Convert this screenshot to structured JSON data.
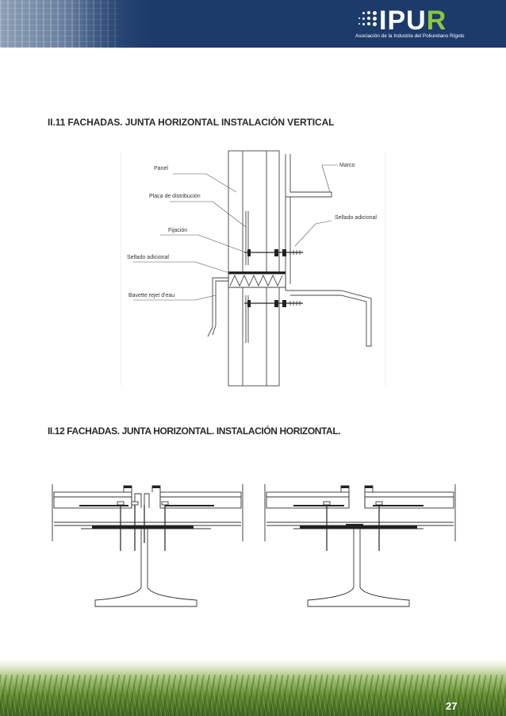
{
  "header": {
    "logo_text": "IPUR",
    "logo_subtitle": "Asociación de la Industria del Poliuretano Rígido",
    "colors": {
      "banner": "#1c3b6b",
      "accent": "#8cc63f"
    }
  },
  "sections": [
    {
      "title": "II.11 FACHADAS. JUNTA HORIZONTAL INSTALACIÓN VERTICAL",
      "labels": {
        "panel": "Panel",
        "placa": "Placa de distribución",
        "fijacion": "Fijación",
        "sellado_left": "Sellado adicional",
        "bavette": "Bavette rejet d'eau",
        "marco": "Marco",
        "sellado_right": "Sellado adicional"
      }
    },
    {
      "title": "II.12 FACHADAS. JUNTA HORIZONTAL. INSTALACIÓN HORIZONTAL."
    }
  ],
  "footer": {
    "page_number": "27"
  }
}
